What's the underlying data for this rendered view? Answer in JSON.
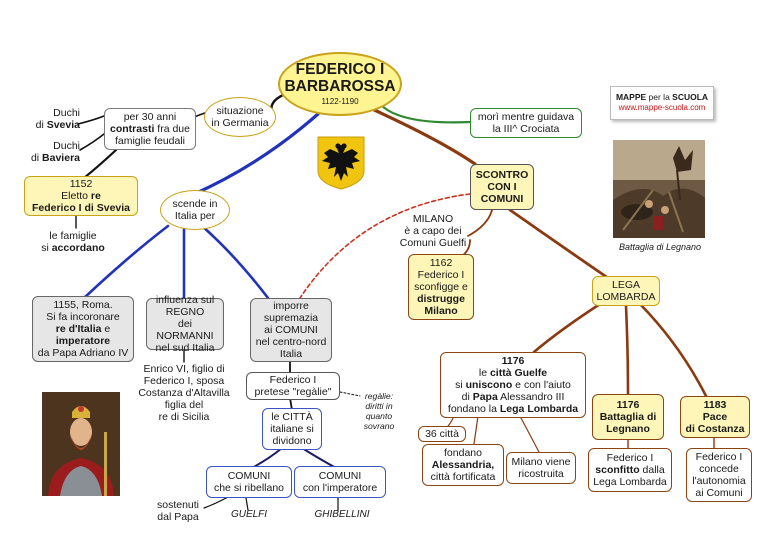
{
  "title": {
    "line1": "FEDERICO I",
    "line2": "BARBAROSSA",
    "dates": "1122-1190"
  },
  "brand": {
    "name_bold1": "MAPPE",
    "name_mid": " per la ",
    "name_bold2": "SCUOLA",
    "url": "www.mappe-scuola.com"
  },
  "situazione": {
    "l1": "situazione",
    "l2": "in Germania"
  },
  "contrasti": {
    "l1": "per 30 anni",
    "l2b": "contrasti",
    "l2r": " fra due",
    "l3": "famiglie feudali"
  },
  "duchi_svevia": {
    "l1": "Duchi",
    "l2a": "di ",
    "l2b": "Svevia"
  },
  "duchi_baviera": {
    "l1": "Duchi",
    "l2a": "di ",
    "l2b": "Baviera"
  },
  "eletto": {
    "l1": "1152",
    "l2a": "Eletto ",
    "l2b": "re",
    "l3": "Federico I di Svevia"
  },
  "accordano": {
    "l1": "le famiglie",
    "l2a": "si ",
    "l2b": "accordano"
  },
  "mori": {
    "l1": "morì mentre guidava",
    "l2": "la III^ Crociata"
  },
  "scontro": {
    "l1": "SCONTRO",
    "l2": "CON I",
    "l3": "COMUNI"
  },
  "scende": {
    "l1": "scende in",
    "l2": "Italia per"
  },
  "milano": {
    "l1": "MILANO",
    "l2": "è a capo dei",
    "l3": "Comuni Guelfi"
  },
  "distrugge": {
    "l1": "1162",
    "l2": "Federico I",
    "l3": "sconfigge e",
    "l4": "distrugge",
    "l5": "Milano"
  },
  "lega": {
    "l1": "LEGA",
    "l2": "LOMBARDA"
  },
  "battaglia_caption": "Battaglia di Legnano",
  "roma": {
    "l1": "1155, Roma.",
    "l2": "Si fa incoronare",
    "l3a": "re d'Italia",
    "l3b": " e",
    "l4": "imperatore",
    "l5": "da Papa Adriano IV"
  },
  "normanni": {
    "l1": "influenza sul",
    "l2": "REGNO",
    "l3": "dei NORMANNI",
    "l4": "nel sud Italia"
  },
  "supremazia": {
    "l1": "imporre",
    "l2": "supremazia",
    "l3": "ai COMUNI",
    "l4": "nel centro-nord",
    "l5": "Italia"
  },
  "enrico": {
    "l1": "Enrico VI, figlio di",
    "l2": "Federico I, sposa",
    "l3": "Costanza d'Altavilla",
    "l4": "figlia del",
    "l5": "re di Sicilia"
  },
  "regalie": {
    "l1": "Federico I",
    "l2": "pretese \"regàlie\""
  },
  "regalie_note": {
    "l1": "regàlie:",
    "l2": "diritti in",
    "l3": "quanto",
    "l4": "sovrano"
  },
  "citta_div": {
    "l1": "le CITTÀ",
    "l2": "italiane si",
    "l3": "dividono"
  },
  "ribellano": {
    "l1": "COMUNI",
    "l2": "che si ribellano"
  },
  "imperatore": {
    "l1": "COMUNI",
    "l2": "con l'imperatore"
  },
  "sostenuti": {
    "l1": "sostenuti",
    "l2": "dal Papa"
  },
  "guelfi": "GUELFI",
  "ghibellini": "GHIBELLINI",
  "lega1176": {
    "l1": "1176",
    "l2a": "le ",
    "l2b": "città Guelfe",
    "l3a": "si ",
    "l3b": "uniscono",
    "l3c": " e con l'aiuto",
    "l4a": "di ",
    "l4b": "Papa",
    "l4c": " Alessandro III",
    "l5a": "fondano la ",
    "l5b": "Lega Lombarda"
  },
  "citta36": "36 città",
  "alessandria": {
    "l1": "fondano",
    "l2": "Alessandria,",
    "l3": "città fortificata"
  },
  "ricostruita": {
    "l1": "Milano viene",
    "l2": "ricostruita"
  },
  "legnano": {
    "l1": "1176",
    "l2": "Battaglia di",
    "l3": "Legnano"
  },
  "sconfitto": {
    "l1": "Federico I",
    "l2": "sconfitto",
    "l2b": " dalla",
    "l3": "Lega Lombarda"
  },
  "costanza": {
    "l1": "1183",
    "l2": "Pace",
    "l3": "di Costanza"
  },
  "autonomia": {
    "l1": "Federico I",
    "l2": "concede",
    "l3": "l'autonomia",
    "l4": "ai Comuni"
  },
  "colors": {
    "blue": "#2233bb",
    "brown": "#8b3a0f",
    "green": "#2f8a2f",
    "black": "#111111",
    "yellow": "#fdf6b8",
    "title_yellow": "#fef492"
  }
}
